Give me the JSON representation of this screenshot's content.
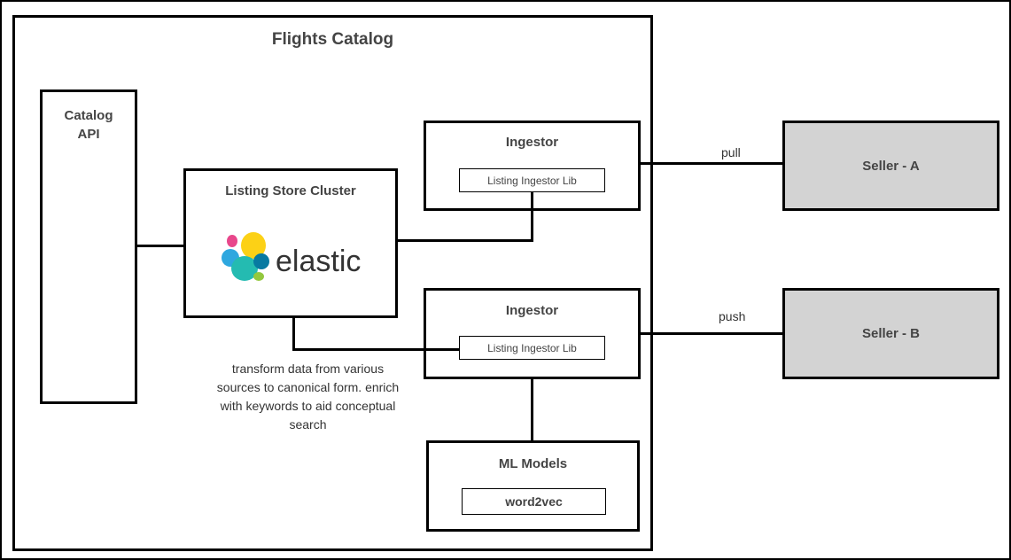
{
  "diagram": {
    "catalog_title": "Flights Catalog",
    "catalog_api": {
      "line1": "Catalog",
      "line2": "API"
    },
    "listing_store": {
      "title": "Listing Store Cluster",
      "logo_text": "elastic"
    },
    "ingestor_top": {
      "title": "Ingestor",
      "lib": "Listing Ingestor Lib"
    },
    "ingestor_bottom": {
      "title": "Ingestor",
      "lib": "Listing Ingestor Lib"
    },
    "ml_models": {
      "title": "ML Models",
      "item": "word2vec"
    },
    "sellers": [
      {
        "name": "Seller - A",
        "connection": "pull"
      },
      {
        "name": "Seller - B",
        "connection": "push"
      }
    ],
    "annotation": {
      "lines": [
        "transform data from various",
        "sources to canonical form. enrich",
        "with keywords to aid conceptual",
        "search"
      ]
    }
  },
  "colors": {
    "seller_fill": "#d3d3d3",
    "logo_yellow": "#fcd116",
    "logo_pink": "#e8478b",
    "logo_blue": "#2ea7df",
    "logo_teal": "#24bbb1",
    "logo_navy": "#0779a1",
    "logo_green": "#93c83e",
    "logo_text": "#333333"
  }
}
